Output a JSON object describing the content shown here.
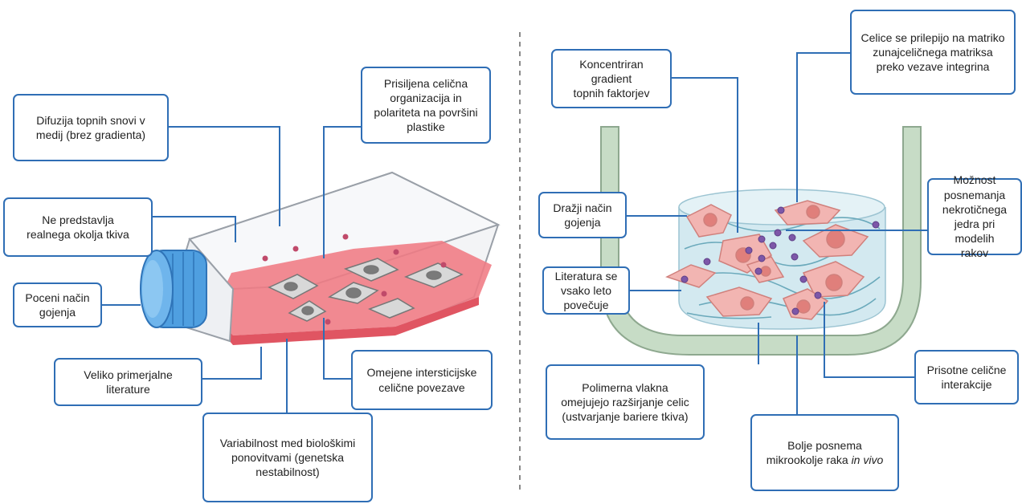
{
  "colors": {
    "connector": "#2f6eb5",
    "flask_medium": "#f07a83",
    "cap": "#4f9fe0",
    "hydrogel": "#cfe6ee",
    "well": "#c7dcc6",
    "dots": "#7d57a8"
  },
  "left_panel": {
    "labels": {
      "diffusion": "Difuzija topnih snovi v\nmedij (brez gradienta)",
      "forced_org": "Prisiljena celična\norganizacija in\npolariteta na površini\nplastike",
      "not_real": "Ne predstavlja\nrealnega okolja tkiva",
      "cheap": "Poceni način\ngojenja",
      "literature": "Veliko primerjalne\nliterature",
      "limited": "Omejene intersticijske\ncelične povezave",
      "variability": "Variabilnost med biološkimi\nponovitvami (genetska\nnestabilnost)"
    }
  },
  "right_panel": {
    "labels": {
      "gradient": "Koncentriran gradient\ntopnih faktorjev",
      "adhere": "Celice se prilepijo na matriko\nzunajceličnega matriksa\npreko vezave integrina",
      "expensive": "Dražji način\ngojenja",
      "necrotic": "Možnost\nposnemanja\nnekrotičnega\njedra pri modelih\nrakov",
      "literature": "Literatura se\nvsako leto\npovečuje",
      "fibers": "Polimerna  vlakna\nomejujejo razširjanje celic\n(ustvarjanje bariere tkiva)",
      "interactions": "Prisotne celične\ninterakcije",
      "mimic_prefix": "Bolje posnema\nmikrookolje raka ",
      "mimic_italic": "in vivo"
    }
  }
}
